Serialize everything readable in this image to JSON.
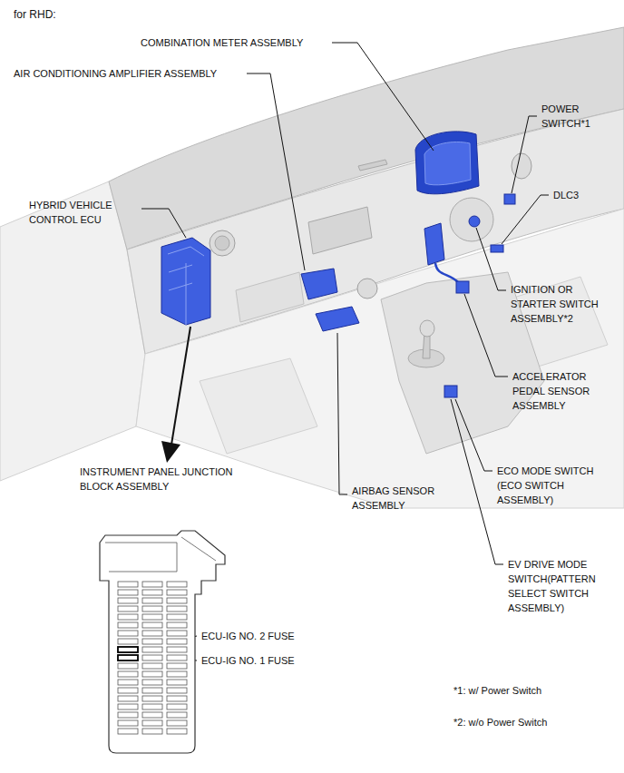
{
  "diagram": {
    "title": "for RHD:",
    "labels": [
      "COMBINATION METER ASSEMBLY",
      "AIR CONDITIONING AMPLIFIER ASSEMBLY",
      "POWER SWITCH*1",
      "HYBRID VEHICLE CONTROL ECU",
      "DLC3",
      "IGNITION OR STARTER SWITCH ASSEMBLY*2",
      "ACCELERATOR PEDAL SENSOR ASSEMBLY",
      "INSTRUMENT PANEL JUNCTION BLOCK ASSEMBLY",
      "AIRBAG SENSOR ASSEMBLY",
      "ECO MODE SWITCH (ECO SWITCH ASSEMBLY)",
      "EV DRIVE MODE SWITCH(PATTERN SELECT SWITCH ASSEMBLY)",
      "ECU-IG NO. 2 FUSE",
      "ECU-IG NO. 1 FUSE",
      "*1: w/ Power Switch",
      "*2: w/o Power Switch"
    ]
  }
}
